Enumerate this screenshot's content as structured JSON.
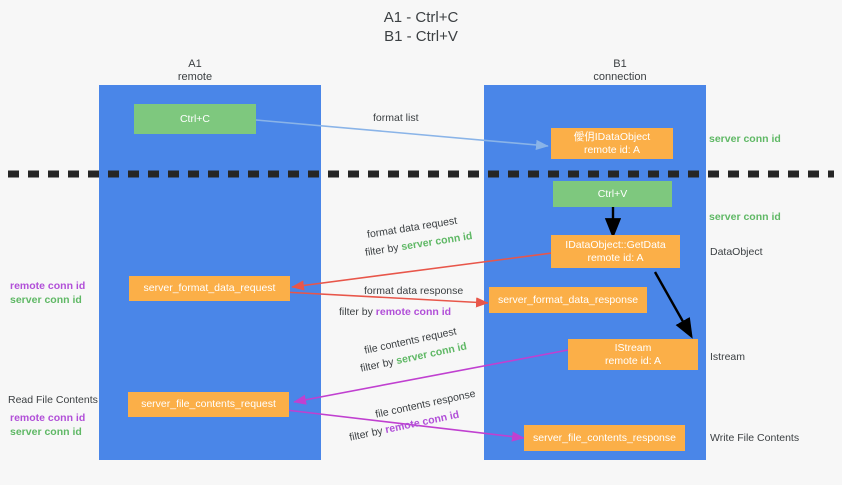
{
  "title": "A1 - Ctrl+C\nB1 - Ctrl+V",
  "columns": {
    "left": {
      "name": "A1",
      "role": "remote"
    },
    "right": {
      "name": "B1",
      "role": "connection"
    }
  },
  "nodes": {
    "ctrl_c": "Ctrl+C",
    "idataobject": "僾仴IDataObject\nremote id: A",
    "ctrl_v": "Ctrl+V",
    "getdata": "IDataObject::GetData\nremote id: A",
    "istream": "IStream\nremote id: A",
    "server_format_data_request": "server_format_data_request",
    "server_format_data_response": "server_format_data_response",
    "server_file_contents_request": "server_file_contents_request",
    "server_file_contents_response": "server_file_contents_response"
  },
  "edges": {
    "format_list": "format list",
    "format_data_request": "format data request",
    "format_data_request_filter_prefix": "filter by ",
    "format_data_request_filter_key": "server conn id",
    "format_data_response": "format data response",
    "format_data_response_filter_prefix": "filter by ",
    "format_data_response_filter_key": "remote conn id",
    "file_contents_request": "file contents request",
    "file_contents_request_filter_prefix": "filter by ",
    "file_contents_request_filter_key": "server conn id",
    "file_contents_response": "file contents response",
    "file_contents_response_filter_prefix": "filter by ",
    "file_contents_response_filter_key": "remote conn id"
  },
  "annotations": {
    "right_server_conn_id_top": "server conn id",
    "right_server_conn_id_mid": "server conn id",
    "right_dataobject": "DataObject",
    "right_istream": "Istream",
    "right_write_file_contents": "Write File Contents",
    "left_remote_conn_id_1": "remote conn id",
    "left_server_conn_id_1": "server conn id",
    "left_read_file_contents": "Read File Contents",
    "left_remote_conn_id_2": "remote conn id",
    "left_server_conn_id_2": "server conn id"
  },
  "colors": {
    "lane": "#4a86e8",
    "green_node": "#7ec87e",
    "orange_node": "#fbaf48",
    "server_conn_id": "#5fb865",
    "remote_conn_id": "#b14fd8",
    "blue_arrow": "#8ab4e8",
    "red_arrow": "#e8564a",
    "purple_arrow": "#c040d0",
    "black_arrow": "#000000",
    "background": "#f7f7f7"
  }
}
